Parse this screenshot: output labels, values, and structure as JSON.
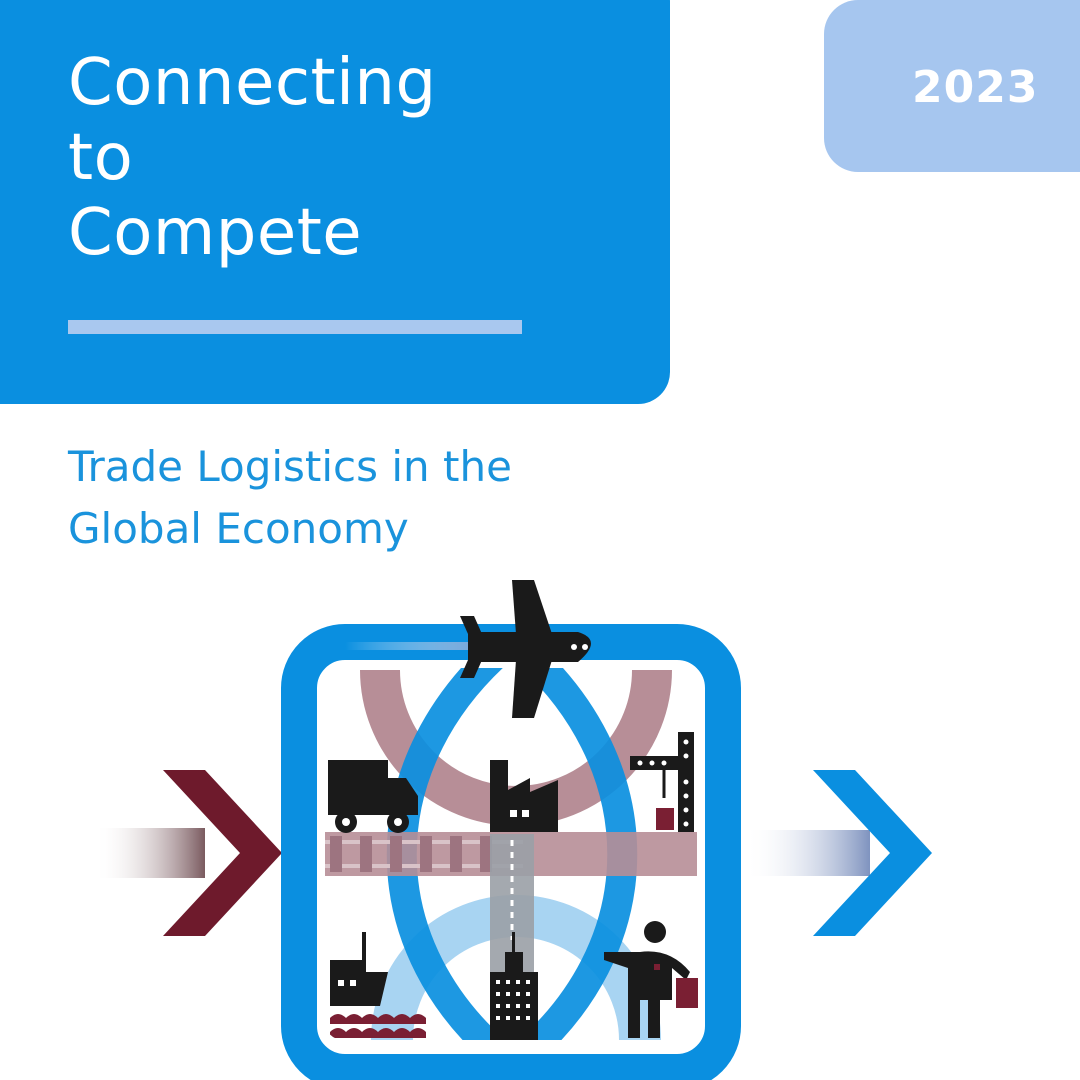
{
  "title": {
    "lines": [
      "Connecting",
      "to",
      "Compete"
    ]
  },
  "year": "2023",
  "subtitle": {
    "lines": [
      "Trade Logistics in the",
      "Global Economy"
    ]
  },
  "colors": {
    "primary_blue": "#0a8fe0",
    "light_blue": "#a6c6ef",
    "subtitle_blue": "#1a93dc",
    "maroon": "#6e1a2c",
    "mauve": "#b78e97",
    "black": "#1a1a1a"
  },
  "illustration": {
    "icons": [
      "airplane-icon",
      "truck-icon",
      "factory-icon",
      "crane-icon",
      "ship-icon",
      "skyscraper-icon",
      "person-with-bag-icon",
      "arrow-in-icon",
      "arrow-out-icon"
    ]
  }
}
